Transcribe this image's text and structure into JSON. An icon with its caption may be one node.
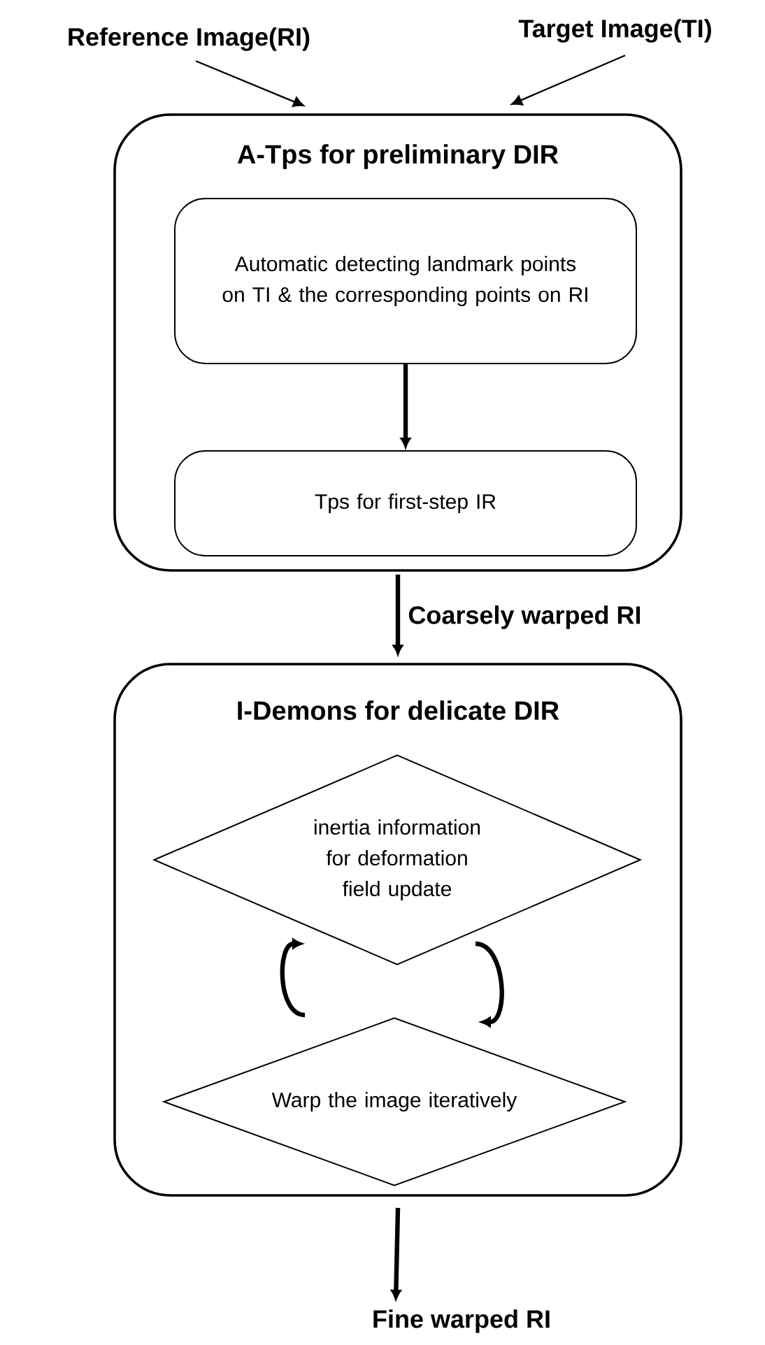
{
  "diagram": {
    "nodes": [
      {
        "text": [
          "Reference Image(RI)"
        ]
      },
      {
        "text": [
          "Target Image(TI)"
        ]
      },
      {
        "text": [
          "A-Tps for preliminary DIR"
        ]
      },
      {
        "text": [
          "Automatic detecting landmark points on TI & the corresponding points on RI"
        ],
        "in": 2
      },
      {
        "text": [
          "Tps for first-step IR"
        ],
        "in": 2
      },
      {
        "text": [
          "I-Demons for delicate DIR"
        ]
      },
      {
        "text": [
          "inertia information for deformation field update"
        ],
        "in": 5
      },
      {
        "text": [
          "Warp the image iteratively"
        ],
        "in": 5
      },
      {
        "text": [
          "Fine warped RI"
        ]
      }
    ],
    "edges": [
      {
        "from": 0,
        "to": 2,
        "arrow": "to"
      },
      {
        "from": 1,
        "to": 2,
        "arrow": "to"
      },
      {
        "from": 3,
        "to": 4,
        "arrow": "to"
      },
      {
        "from": 2,
        "to": 5,
        "arrow": "to",
        "label": "Coarsely warped RI"
      },
      {
        "from": 6,
        "to": 7,
        "arrow": "to"
      },
      {
        "from": 7,
        "to": 6,
        "arrow": "to"
      },
      {
        "from": 5,
        "to": 8,
        "arrow": "to"
      }
    ]
  }
}
